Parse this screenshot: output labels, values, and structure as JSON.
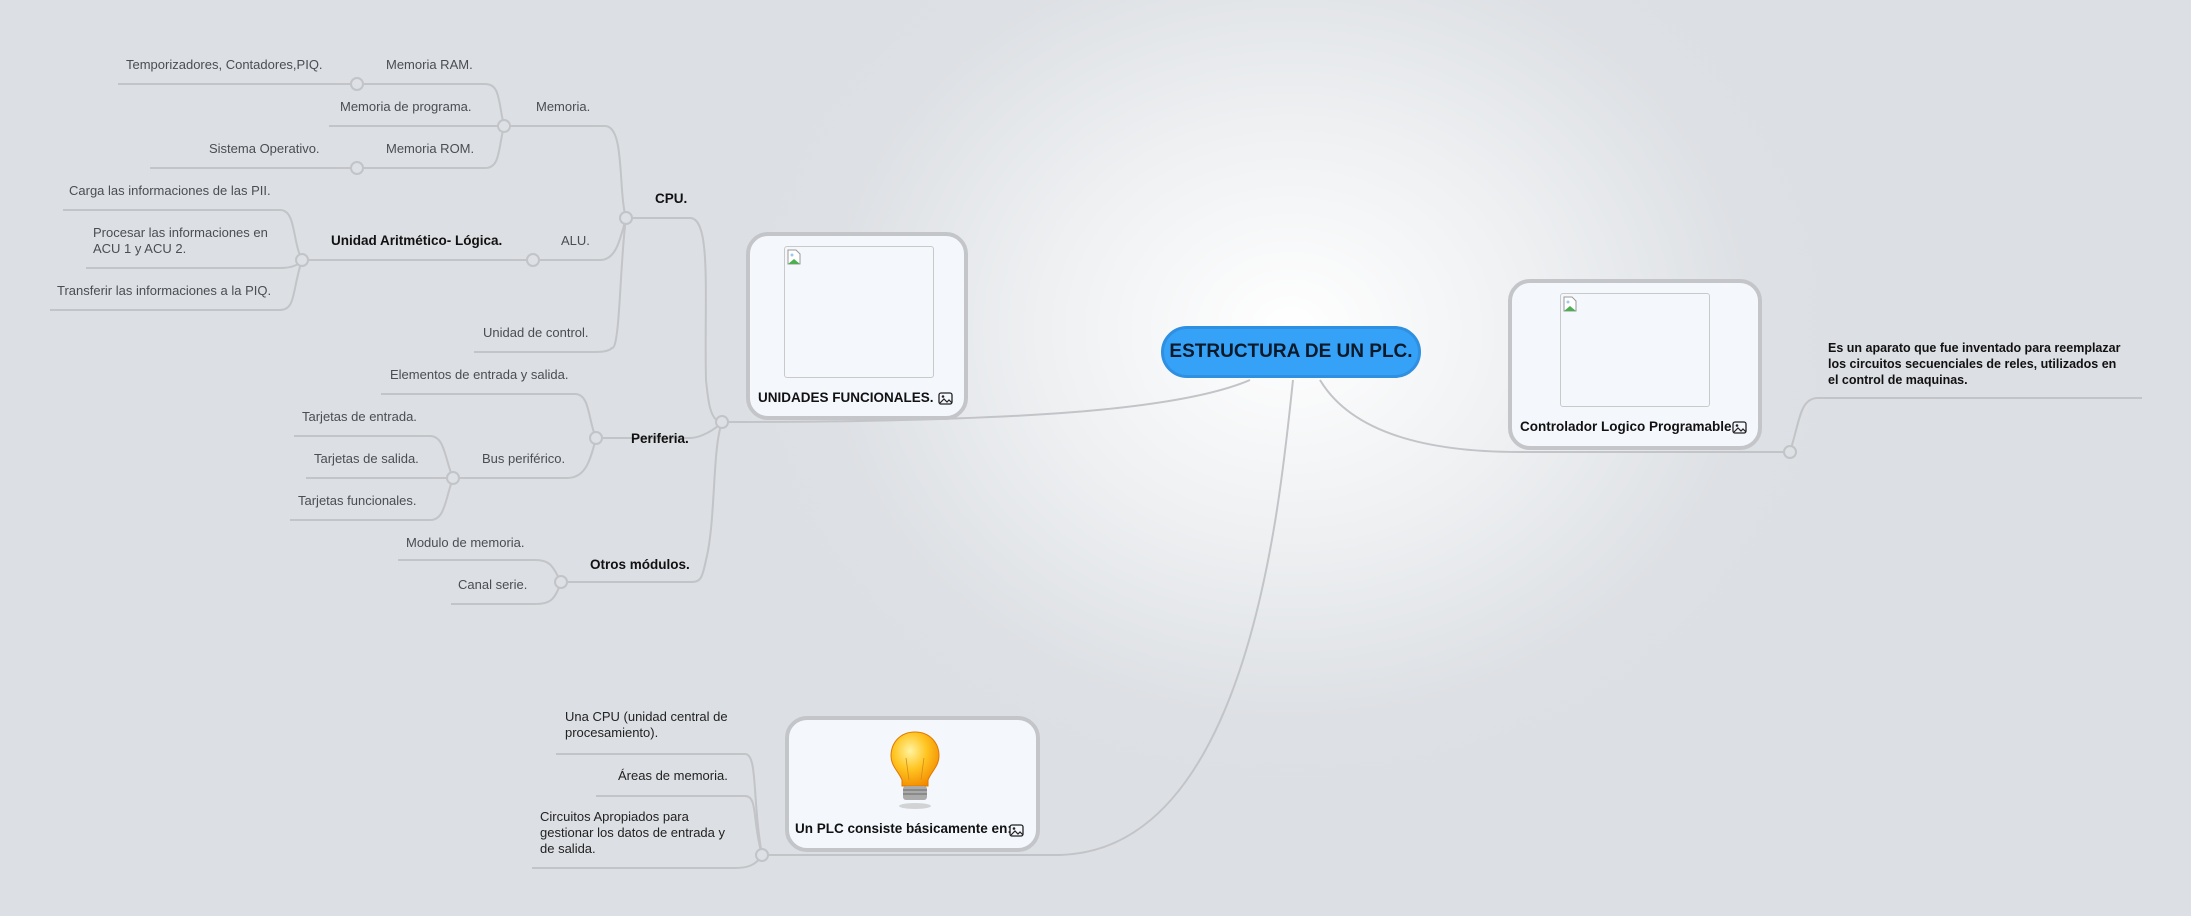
{
  "central": {
    "title": "ESTRUCTURA DE UN PLC.",
    "color": "#35a2f7"
  },
  "branches": {
    "unidades": {
      "label": "UNIDADES FUNCIONALES.",
      "cpu": {
        "label": "CPU.",
        "memoria": {
          "label": "Memoria.",
          "ram": {
            "label": "Memoria RAM.",
            "child": "Temporizadores, Contadores,PIQ."
          },
          "programa": {
            "label": "Memoria de programa."
          },
          "rom": {
            "label": "Memoria ROM.",
            "child": "Sistema Operativo."
          }
        },
        "alu": {
          "label": "ALU.",
          "sub": {
            "label": "Unidad Aritmético- Lógica.",
            "items": [
              "Carga las informaciones de las PII.",
              "Procesar las informaciones en ACU 1 y ACU 2.",
              "Transferir las informaciones a la PIQ."
            ]
          }
        },
        "control": {
          "label": "Unidad de control."
        }
      },
      "periferia": {
        "label": "Periferia.",
        "elementos": {
          "label": "Elementos de entrada y salida."
        },
        "bus": {
          "label": "Bus periférico.",
          "items": [
            "Tarjetas de entrada.",
            "Tarjetas de salida.",
            "Tarjetas funcionales."
          ]
        }
      },
      "otros": {
        "label": "Otros módulos.",
        "items": [
          "Modulo de memoria.",
          "Canal serie."
        ]
      }
    },
    "controlador": {
      "label": "Controlador Logico Programable",
      "description": "Es un aparato que fue inventado para reemplazar los circuitos secuenciales de reles, utilizados en el control de maquinas."
    },
    "consiste": {
      "label": "Un PLC consiste básicamente en:",
      "items": [
        "Una CPU (unidad central de procesamiento).",
        "Áreas de memoria.",
        "Circuitos Apropiados para gestionar los datos de entrada y de salida."
      ]
    }
  },
  "icons": {
    "image_attachment": "image-icon",
    "lightbulb": "lightbulb-icon",
    "broken_image": "broken-image-icon"
  }
}
